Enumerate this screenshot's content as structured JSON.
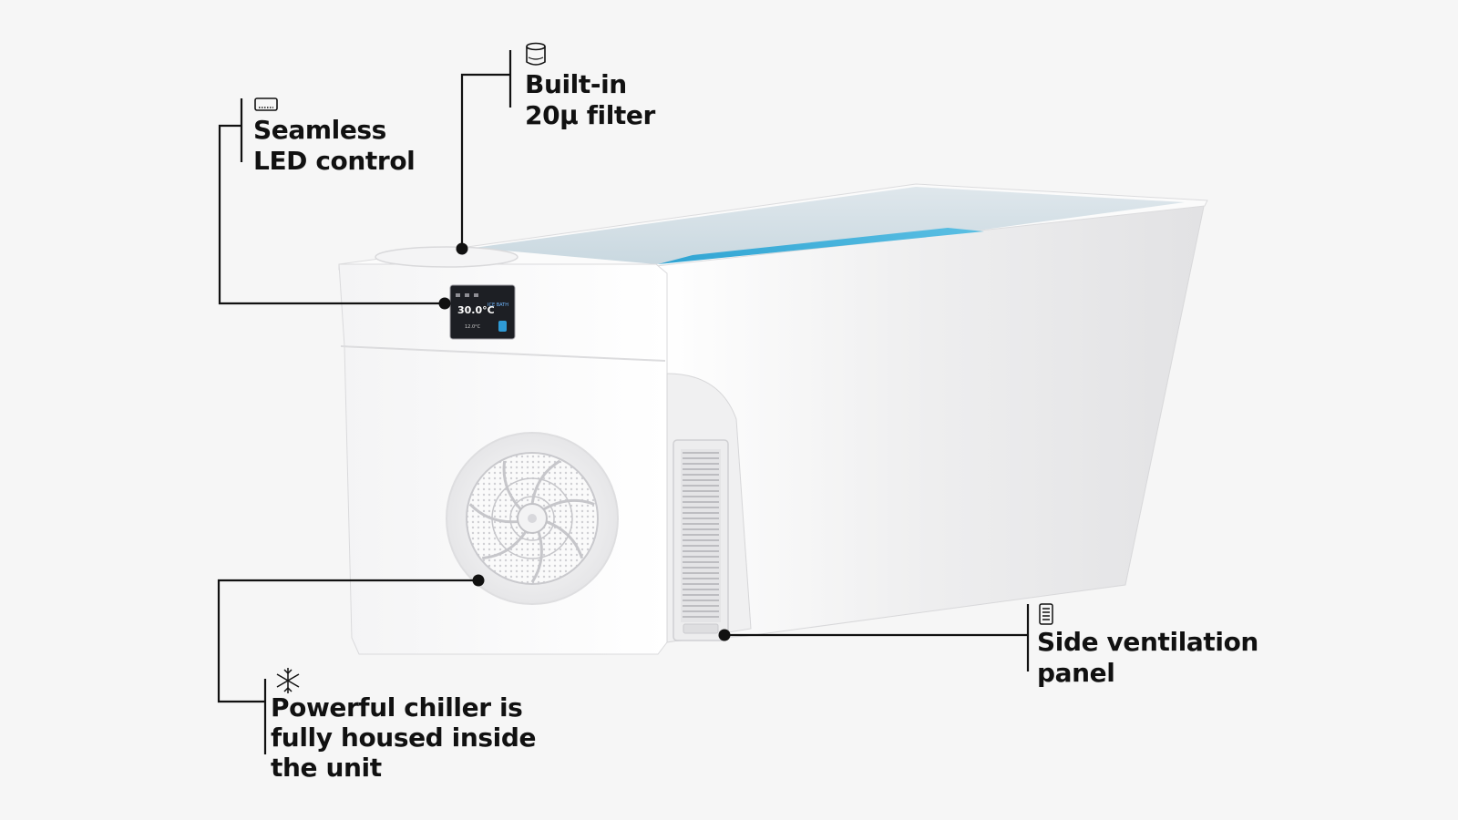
{
  "callouts": {
    "led_control": {
      "icon": "display-icon",
      "lines": [
        "Seamless",
        "LED control"
      ]
    },
    "filter": {
      "icon": "cylinder-icon",
      "lines": [
        "Built-in",
        "20μ filter"
      ]
    },
    "chiller": {
      "icon": "snowflake-icon",
      "lines": [
        "Powerful chiller is",
        "fully housed inside",
        "the unit"
      ]
    },
    "ventilation": {
      "icon": "vent-icon",
      "lines": [
        "Side ventilation",
        "panel"
      ]
    }
  },
  "control_panel": {
    "temperature": "30.0°C",
    "mode": "ICE BATH",
    "setpoint": "12.0°C"
  },
  "colors": {
    "background": "#f6f6f6",
    "line": "#111111",
    "tub_white": "#f2f2f3",
    "water": "#39a9d3"
  }
}
